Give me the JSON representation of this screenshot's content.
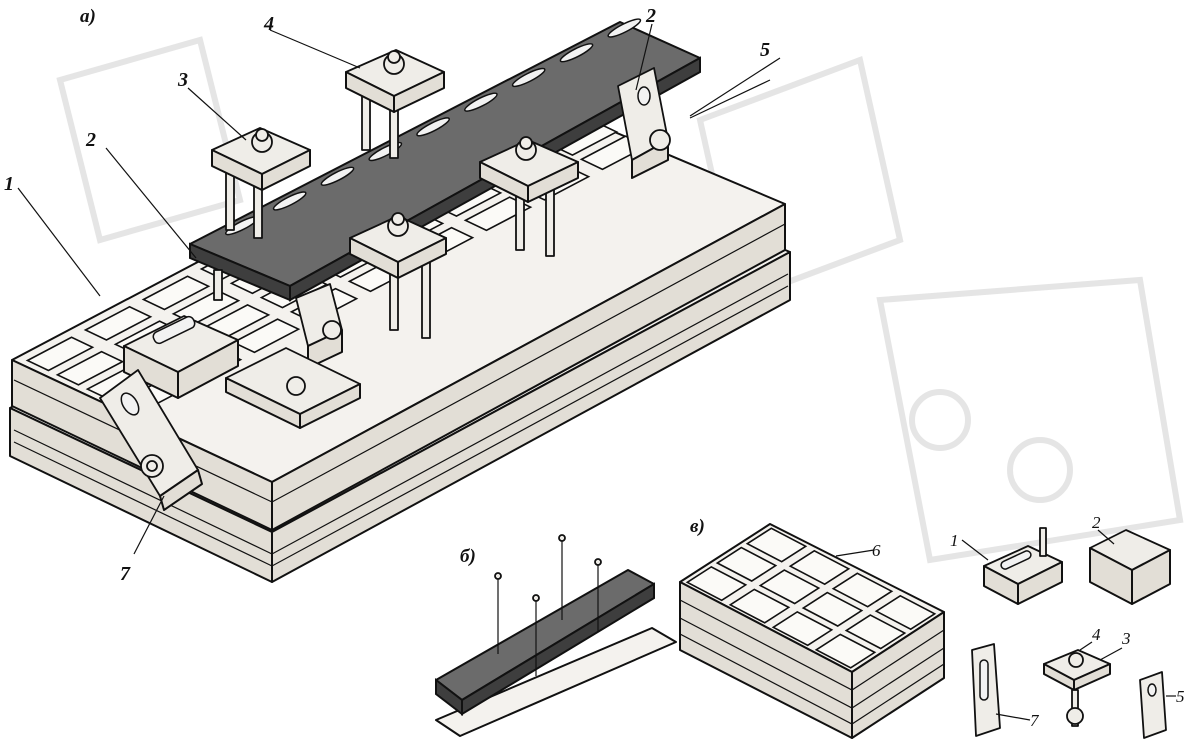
{
  "figure": {
    "view_a": "а)",
    "view_b": "б)",
    "view_v": "в)"
  },
  "labels_a": [
    "1",
    "2",
    "3",
    "4",
    "2",
    "5",
    "7"
  ],
  "labels_parts": [
    "1",
    "2",
    "4",
    "3",
    "7",
    "5"
  ],
  "label_v": "6"
}
